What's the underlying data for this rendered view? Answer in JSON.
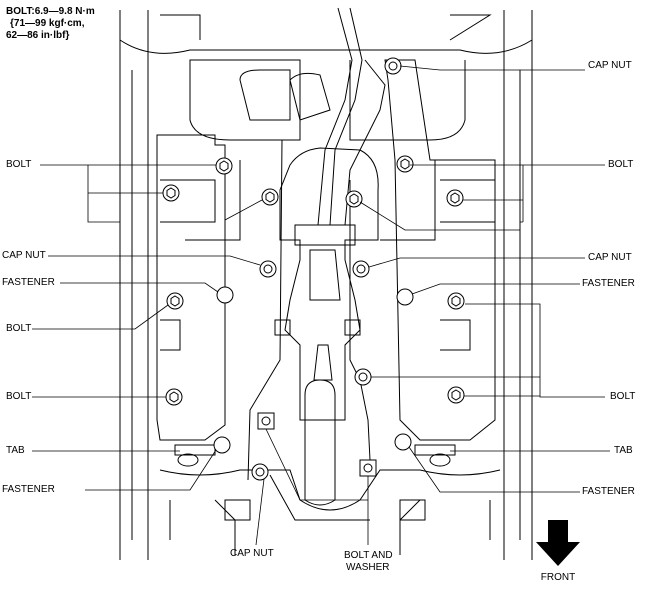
{
  "spec": {
    "line1": "BOLT:6.9—9.8 N·m",
    "line2": "{71—99 kgf·cm,",
    "line3": "62—86 in·lbf}"
  },
  "labels": {
    "cap_nut_top_right": "CAP NUT",
    "bolt_left_upper": "BOLT",
    "bolt_right_upper": "BOLT",
    "cap_nut_left_mid": "CAP NUT",
    "cap_nut_right_mid": "CAP NUT",
    "fastener_left_mid": "FASTENER",
    "fastener_right_mid": "FASTENER",
    "bolt_left_mid": "BOLT",
    "bolt_left_lower": "BOLT",
    "bolt_right_lower": "BOLT",
    "tab_left": "TAB",
    "tab_right": "TAB",
    "fastener_left_bottom": "FASTENER",
    "fastener_right_bottom": "FASTENER",
    "cap_nut_bottom": "CAP NUT",
    "bolt_and_washer_line1": "BOLT AND",
    "bolt_and_washer_line2": "WASHER",
    "front": "FRONT"
  }
}
